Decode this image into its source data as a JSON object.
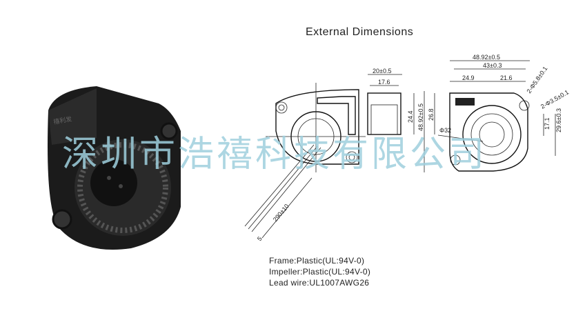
{
  "title": "External Dimensions",
  "watermark": "深圳市浩禧科技有限公司",
  "label_on_fan": "禧利发",
  "dimensions": {
    "side_width_outer": "20±0.5",
    "side_width_inner": "17.6",
    "side_height": "24.4",
    "overall_height": "48.92±0.5",
    "width_overall": "48.92±0.5",
    "width_holes": "43±0.3",
    "left_offset": "24.9",
    "right_offset": "21.6",
    "height_26": "26.8",
    "hole_outer": "2-Φ5.8±0.1",
    "hole_inner": "2-Φ3.5±0.1",
    "height_17": "17.1",
    "height_29": "29.6±0.3",
    "diameter": "Φ32",
    "lead_length": "290±10",
    "lead_strip": "5"
  },
  "specs": [
    "Frame:Plastic(UL:94V-0)",
    "Impeller:Plastic(UL:94V-0)",
    "Lead wire:UL1007AWG26"
  ]
}
